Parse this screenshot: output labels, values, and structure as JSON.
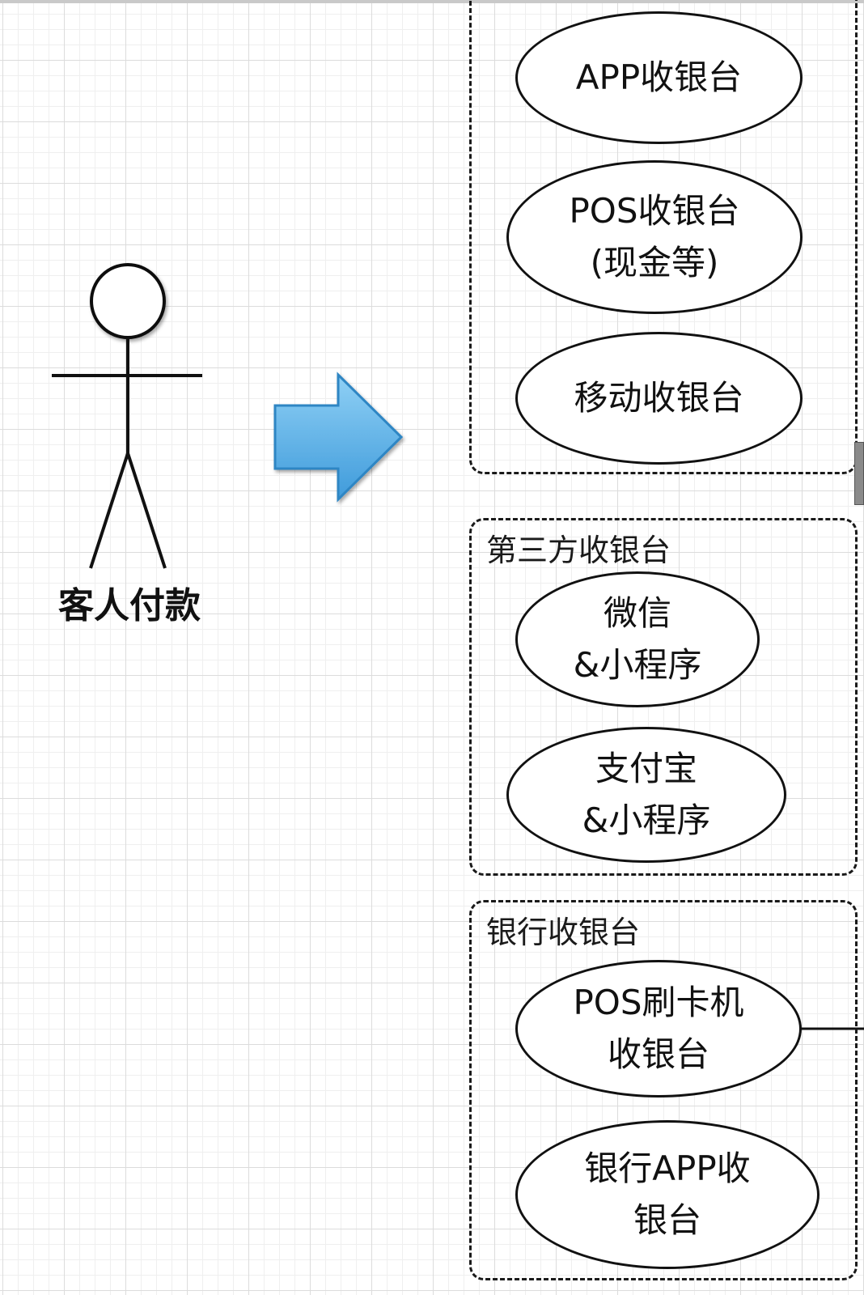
{
  "actor": {
    "label": "客人付款"
  },
  "colors": {
    "arrow_fill": "#5aaee3",
    "arrow_stroke": "#2f86c4",
    "line": "#111111"
  },
  "groups": [
    {
      "title": "",
      "items": [
        "APP收银台",
        "POS收银台\n(现金等)",
        "移动收银台"
      ]
    },
    {
      "title": "第三方收银台",
      "items": [
        "微信\n&小程序",
        "支付宝\n&小程序"
      ]
    },
    {
      "title": "银行收银台",
      "items": [
        "POS刷卡机\n收银台",
        "银行APP收\n银台"
      ]
    }
  ]
}
